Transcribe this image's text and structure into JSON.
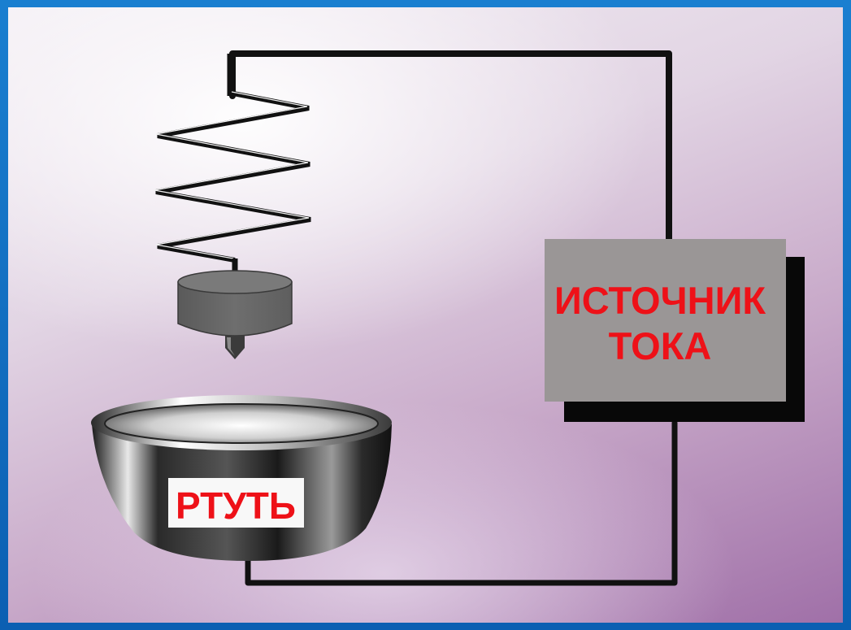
{
  "diagram": {
    "source_label": [
      "ИСТОЧНИК",
      "ТОКА"
    ],
    "mercury_label": "РТУТЬ"
  },
  "colors": {
    "frame_blue": "#0b5fb2",
    "wire": "#111111",
    "label_red": "#ee1118",
    "source_box": "#9a9696",
    "weight_gray": "#6a6a6a"
  }
}
